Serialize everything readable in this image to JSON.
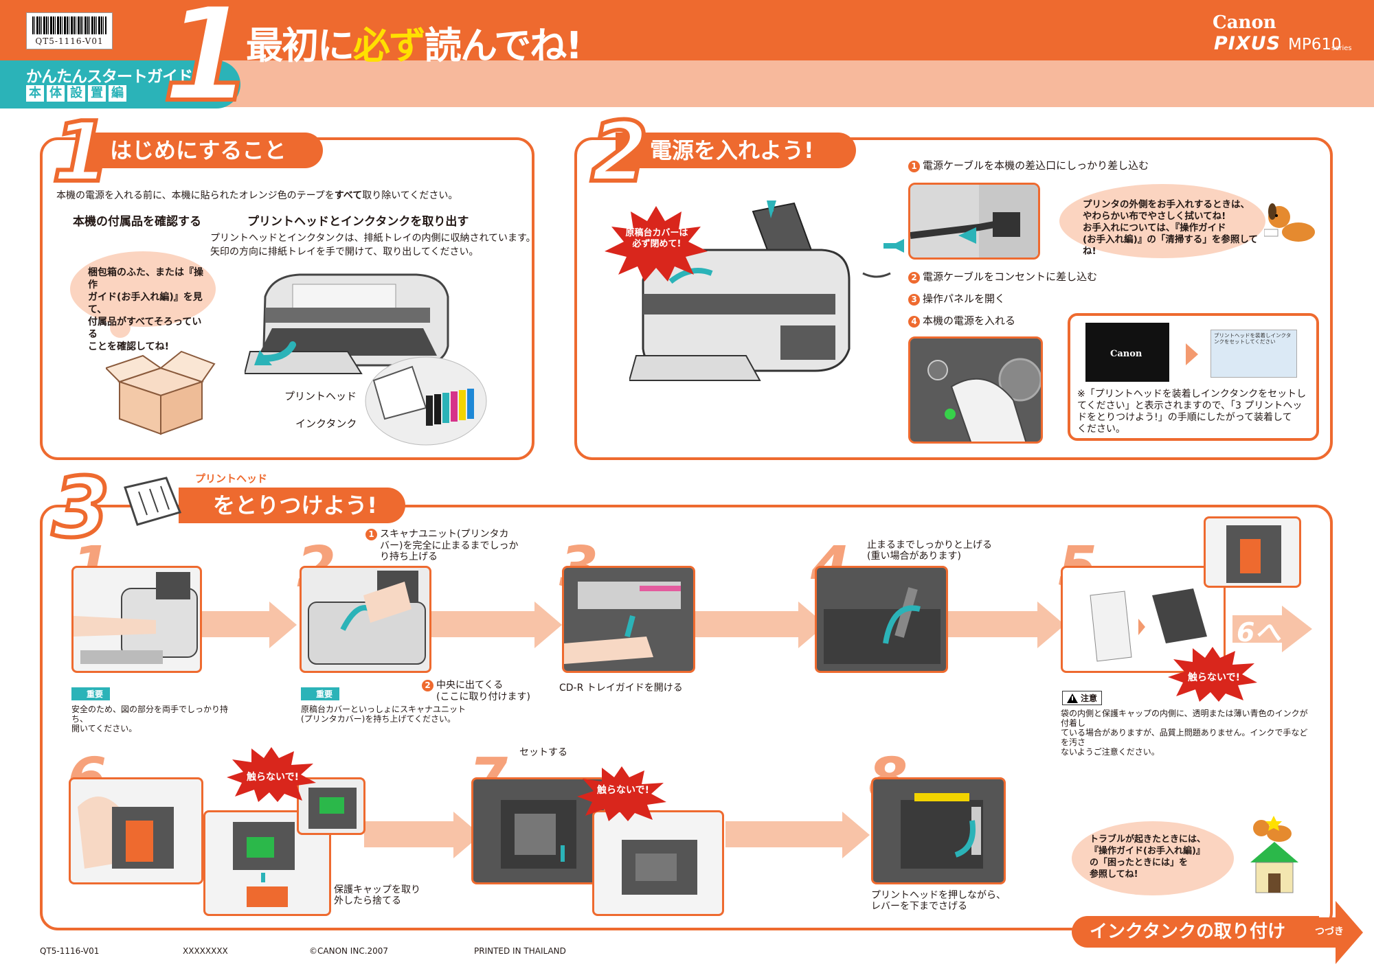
{
  "header": {
    "barcode_code": "QT5-1116-V01",
    "guide_title": "かんたんスタートガイド",
    "guide_sub": [
      "本",
      "体",
      "設",
      "置",
      "編"
    ],
    "big_number": "1",
    "title_a": "最初に",
    "title_hl": "必ず",
    "title_b": "読んでね!",
    "brand": "Canon",
    "product": "PIXUS",
    "model": "MP610",
    "series": "series"
  },
  "section1": {
    "number": "1",
    "title": "はじめにすること",
    "intro_a": "本機の電源を入れる前に、本機に貼られたオレンジ色のテープを",
    "intro_bold": "すべて",
    "intro_b": "取り除いてください。",
    "heading_accessories": "本機の付属品を確認する",
    "heading_remove": "プリントヘッドとインクタンクを取り出す",
    "remove_line1": "プリントヘッドとインクタンクは、排紙トレイの内側に収納されています。",
    "remove_line2": "矢印の方向に排紙トレイを手で開けて、取り出してください。",
    "bubble_lines": [
      "梱包箱のふた、または『操作",
      "ガイド(お手入れ編)』を見て、",
      "付属品がすべてそろっている",
      "ことを確認してね!"
    ],
    "label_printhead": "プリントヘッド",
    "label_inktank": "インクタンク"
  },
  "section2": {
    "number": "2",
    "title": "電源を入れよう!",
    "burst_lines": [
      "原稿台カバーは",
      "必ず閉めて!"
    ],
    "steps": [
      {
        "n": "1",
        "text": "電源ケーブルを本機の差込口にしっかり差し込む"
      },
      {
        "n": "2",
        "text": "電源ケーブルをコンセントに差し込む"
      },
      {
        "n": "3",
        "text": "操作パネルを開く"
      },
      {
        "n": "4",
        "text": "本機の電源を入れる"
      }
    ],
    "bubble_lines": [
      "プリンタの外側をお手入れするときは、",
      "やわらかい布でやさしく拭いてね!",
      "お手入れについては、『操作ガイド",
      "(お手入れ編)』の「清掃する」を参照してね!"
    ],
    "lcd_brand": "Canon",
    "lcd2_text": "プリントヘッドを装着しインクタンクをセットしてください",
    "note_lines": [
      "※「プリントヘッドを装着しインクタンクをセットし",
      "てください」と表示されますので、「3 プリントヘッ",
      "ドをとりつけよう!」の手順にしたがって装着して",
      "ください。"
    ]
  },
  "section3": {
    "number": "3",
    "ruby": "プリントヘッド",
    "title": "をとりつけよう!",
    "steps": [
      {
        "n": "1"
      },
      {
        "n": "2"
      },
      {
        "n": "3"
      },
      {
        "n": "4"
      },
      {
        "n": "5"
      },
      {
        "n": "6"
      },
      {
        "n": "7"
      },
      {
        "n": "8"
      }
    ],
    "juyo_label": "重要",
    "step1_note_lines": [
      "安全のため、図の部分を両手でしっかり持ち、",
      "開いてください。"
    ],
    "step2_callout_n": "1",
    "step2_callout_lines": [
      "スキャナユニット(プリンタカ",
      "バー)を完全に止まるまでしっか",
      "り持ち上げる"
    ],
    "step2_callout2_n": "2",
    "step2_callout2_lines": [
      "中央に出てくる",
      "(ここに取り付けます)"
    ],
    "step2_note_lines": [
      "原稿台カバーといっしょにスキャナユニット",
      "(プリンタカバー)を持ち上げてください。"
    ],
    "step3_caption": "CD-R トレイガイドを開ける",
    "step4_caption_lines": [
      "止まるまでしっかりと上げる",
      "(重い場合があります)"
    ],
    "step5_next": "6へ",
    "dont_touch": "触らないで!",
    "caution_label": "注意",
    "caution_lines": [
      "袋の内側と保護キャップの内側に、透明または薄い青色のインクが付着し",
      "ている場合がありますが、品質上問題ありません。インクで手などを汚さ",
      "ないようご注意ください。"
    ],
    "step6_caption_lines": [
      "保護キャップを取り",
      "外したら捨てる"
    ],
    "step7_caption": "セットする",
    "step8_caption_lines": [
      "プリントヘッドを押しながら、",
      "レバーを下までさげる"
    ],
    "trouble_lines": [
      "トラブルが起きたときには、",
      "『操作ガイド(お手入れ編)』",
      "の「困ったときには」を",
      "参照してね!"
    ]
  },
  "footer": {
    "code": "QT5-1116-V01",
    "placeholder": "XXXXXXXX",
    "copyright": "©CANON INC.2007",
    "printed": "PRINTED IN THAILAND",
    "next_title": "インクタンクの取り付け",
    "next_label": "つづき"
  },
  "colors": {
    "orange": "#ee6a2f",
    "light_orange": "#f7b99c",
    "teal": "#2bb3b8",
    "bubble": "#fbd4c0",
    "red_burst": "#d9261c"
  }
}
